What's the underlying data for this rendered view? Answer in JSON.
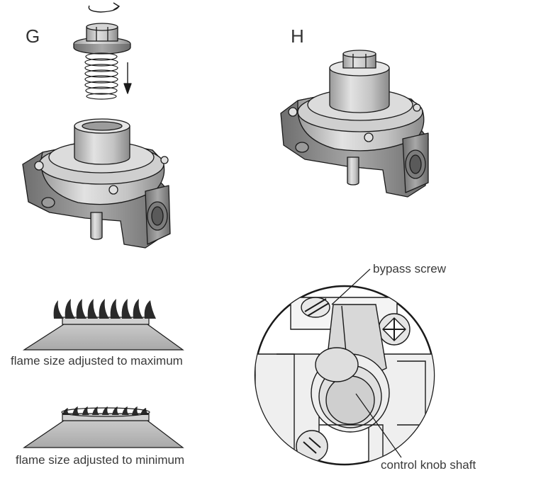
{
  "panels": {
    "g": {
      "letter": "G"
    },
    "h": {
      "letter": "H"
    }
  },
  "flames": {
    "max_caption": "flame size adjusted to maximum",
    "min_caption": "flame size adjusted to minimum"
  },
  "detail": {
    "bypass_label": "bypass screw",
    "shaft_label": "control knob shaft"
  },
  "colors": {
    "metal_light": "#d9d9d9",
    "metal_mid": "#bdbdbd",
    "metal_dark": "#8f8f8f",
    "outline": "#1a1a1a"
  }
}
